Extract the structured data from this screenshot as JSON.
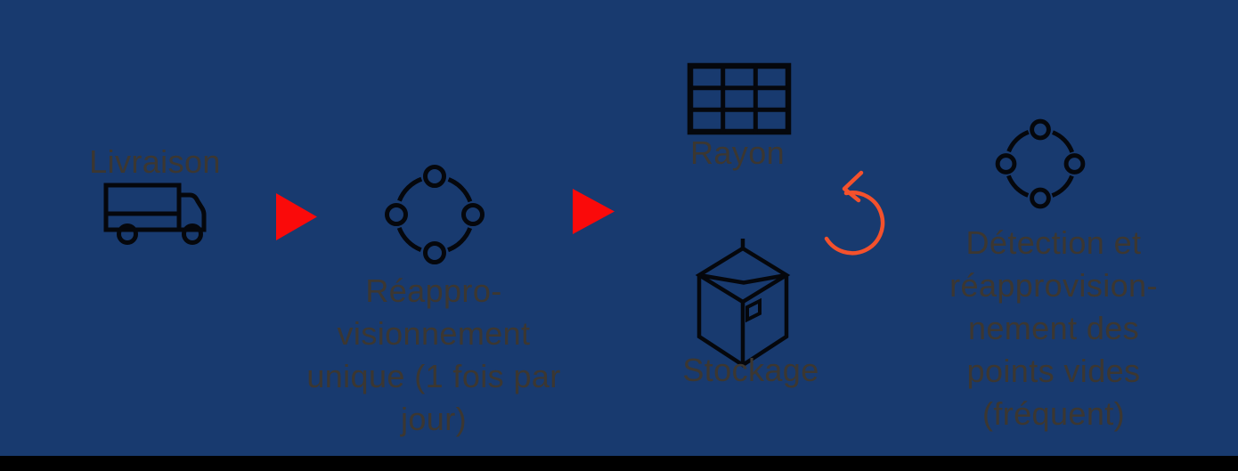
{
  "colors": {
    "background": "#183A6F",
    "footer_bar": "#000000",
    "text": "#3C3731",
    "icon": "#05070C",
    "flow_arrow_red": "#FA0A0A",
    "cycle_arrow_orange": "#F4512C"
  },
  "steps": {
    "livraison": {
      "label": "Livraison",
      "icon": "truck-icon"
    },
    "reapprovisionnement": {
      "label": "Réappro-\nvisionnement\nunique (1 fois par\njour)",
      "icon": "cycle-icon"
    },
    "rayon": {
      "label": "Rayon",
      "icon": "shelf-grid-icon"
    },
    "stockage": {
      "label": "Stockage",
      "icon": "package-box-icon"
    },
    "detection": {
      "label": "Détection et\nréapprovision-\nnement des\npoints vides\n(fréquent)",
      "icon": "cycle-icon"
    }
  },
  "connectors": {
    "forward_arrow": "red-triangle-arrow",
    "loop_arrow": "orange-refresh-arrow"
  }
}
